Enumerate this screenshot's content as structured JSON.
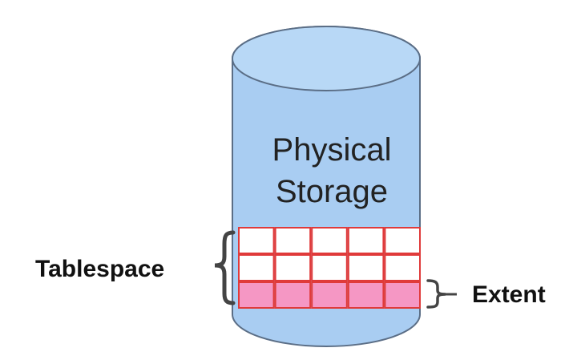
{
  "storage": {
    "line1": "Physical",
    "line2": "Storage"
  },
  "labels": {
    "tablespace": "Tablespace",
    "extent": "Extent"
  },
  "colors": {
    "cylinder_fill": "#a9cdf2",
    "cylinder_top": "#b8d8f6",
    "cylinder_stroke": "#5b6e86",
    "cell_stroke": "#e03a3a",
    "cell_empty": "#ffffff",
    "cell_extent": "#f597c4"
  },
  "grid": {
    "rows": [
      [
        "empty",
        "empty",
        "empty",
        "empty",
        "empty"
      ],
      [
        "empty",
        "empty",
        "empty",
        "empty",
        "empty"
      ],
      [
        "extent",
        "extent",
        "extent",
        "extent",
        "extent"
      ]
    ]
  }
}
